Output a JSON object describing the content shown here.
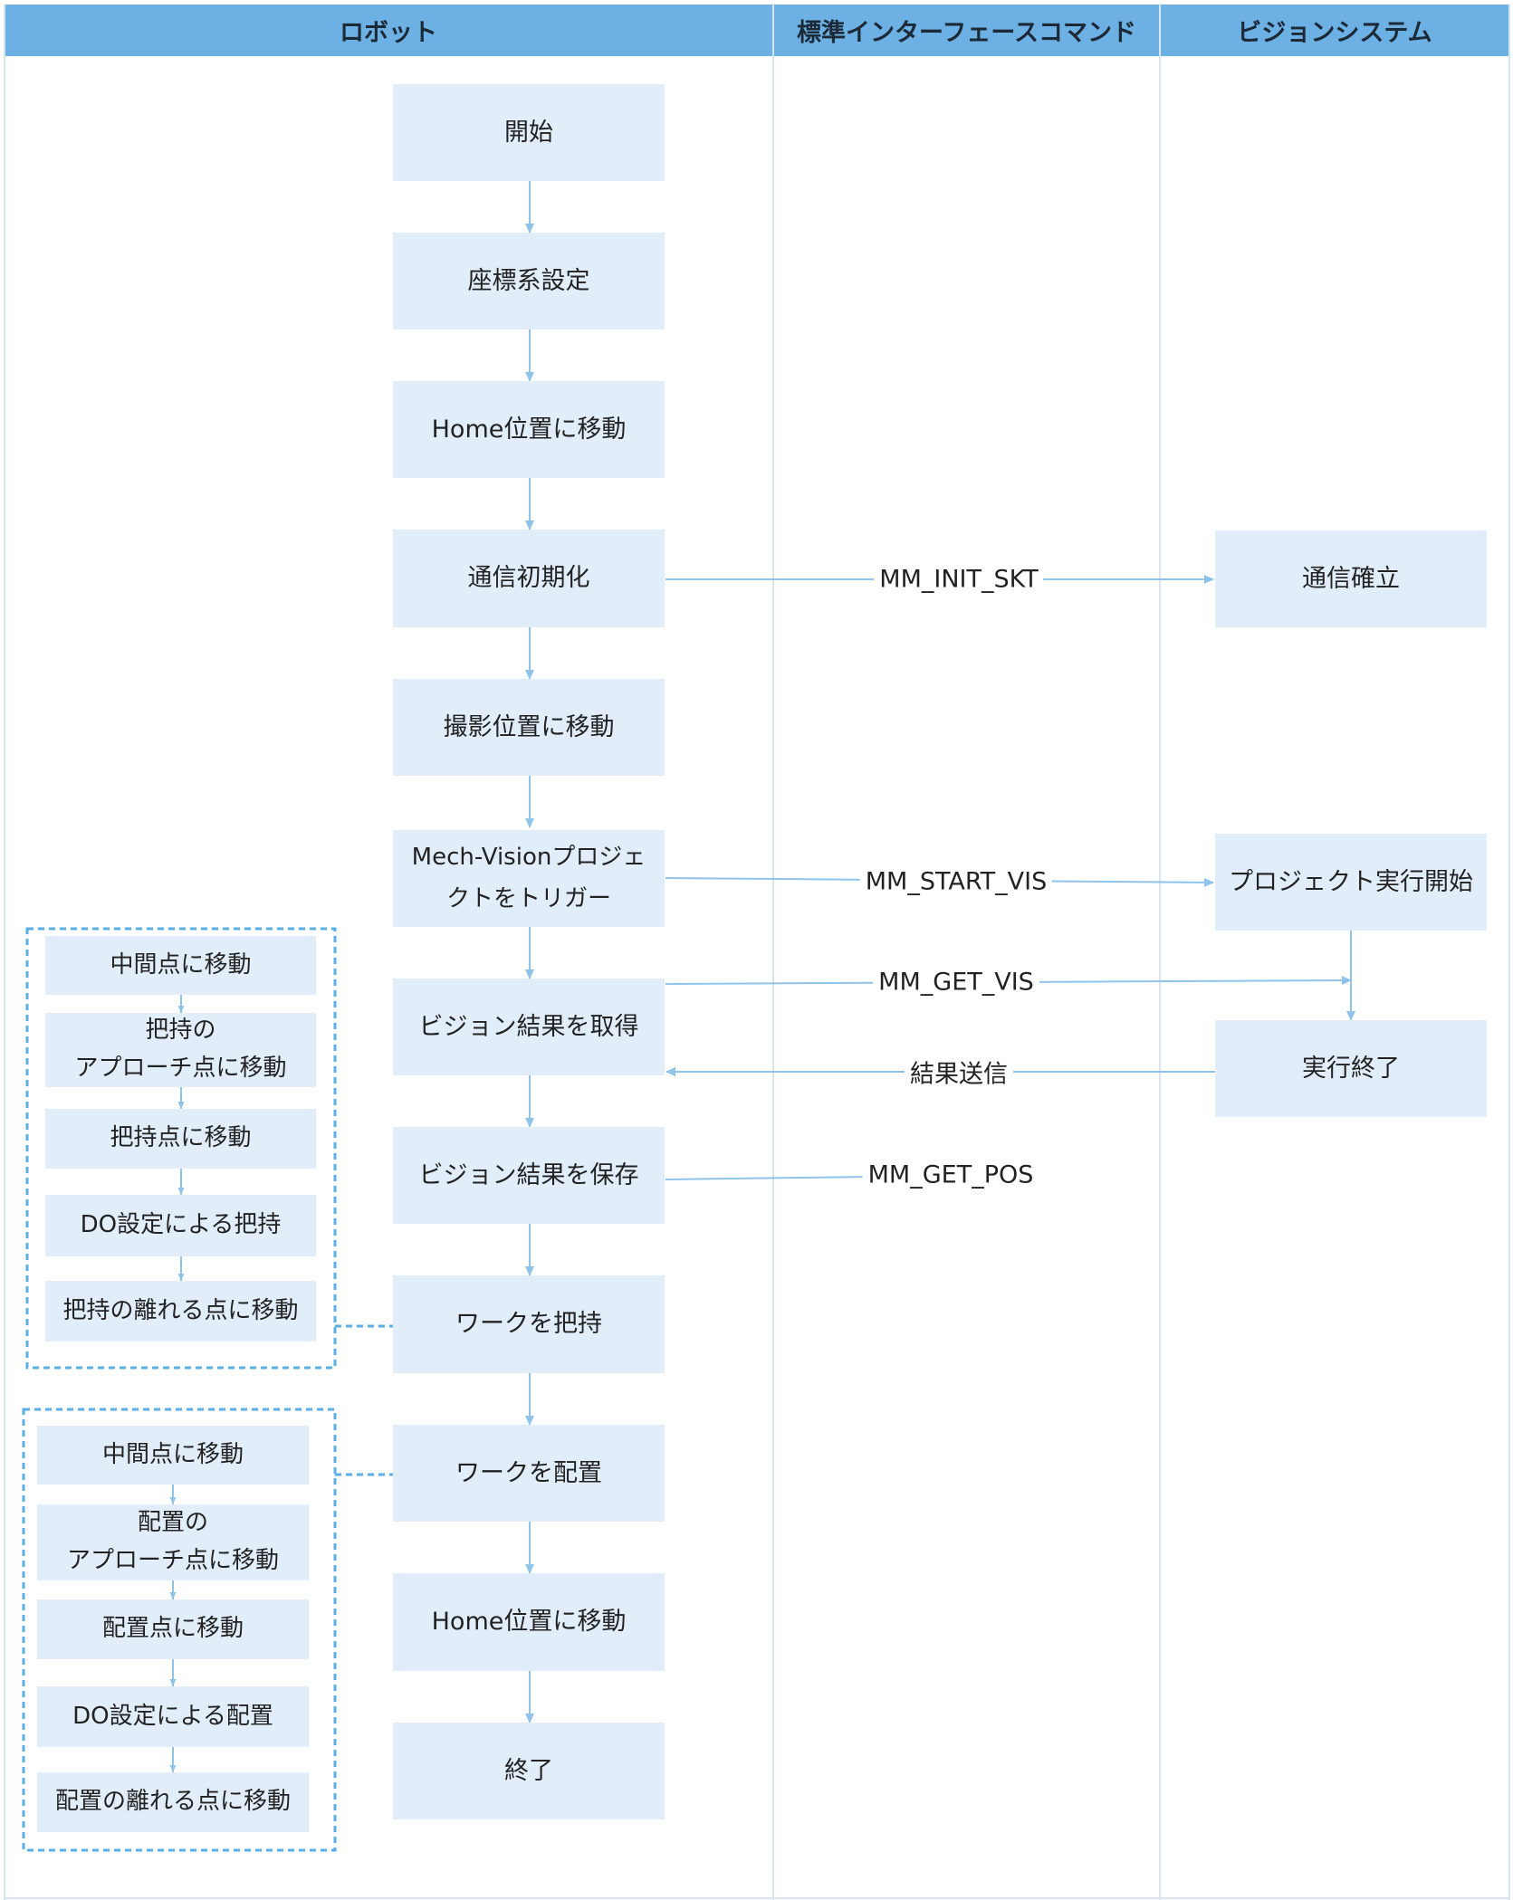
{
  "headers": {
    "robot": "ロボット",
    "interface": "標準インターフェースコマンド",
    "vision": "ビジョンシステム"
  },
  "robot_steps": [
    "開始",
    "座標系設定",
    "Home位置に移動",
    "通信初期化",
    "撮影位置に移動",
    "Mech-Visionプロジェクトをトリガー",
    "ビジョン結果を取得",
    "ビジョン結果を保存",
    "ワークを把持",
    "ワークを配置",
    "Home位置に移動",
    "終了"
  ],
  "robot_step_6_lines": "Mech-Visionプロジェ\nクトをトリガー",
  "vision_steps": [
    "通信確立",
    "プロジェクト実行開始",
    "実行終了"
  ],
  "commands": [
    "MM_INIT_SKT",
    "MM_START_VIS",
    "MM_GET_VIS",
    "結果送信",
    "MM_GET_POS"
  ],
  "pick_substeps": [
    "中間点に移動",
    "把持の\nアプローチ点に移動",
    "把持点に移動",
    "DO設定による把持",
    "把持の離れる点に移動"
  ],
  "place_substeps": [
    "中間点に移動",
    "配置の\nアプローチ点に移動",
    "配置点に移動",
    "DO設定による配置",
    "配置の離れる点に移動"
  ],
  "colors": {
    "header": "#6db1e4",
    "box": "#e1eefa",
    "arrow": "#8fc3ea",
    "dash": "#5aaee6"
  }
}
